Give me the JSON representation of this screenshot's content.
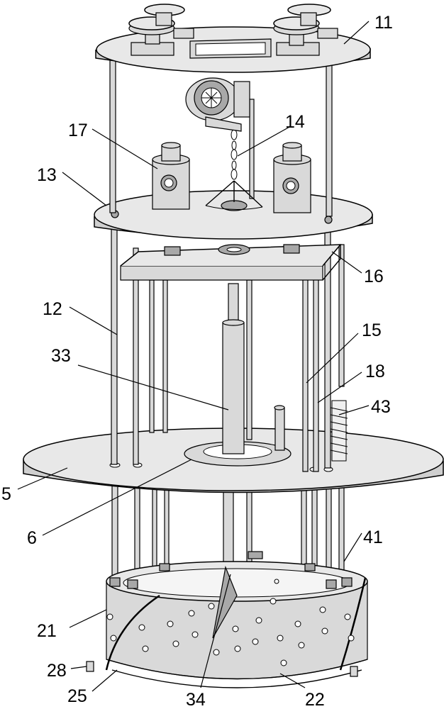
{
  "labels": [
    {
      "id": "11",
      "text": "11"
    },
    {
      "id": "14",
      "text": "14"
    },
    {
      "id": "17",
      "text": "17"
    },
    {
      "id": "13",
      "text": "13"
    },
    {
      "id": "16",
      "text": "16"
    },
    {
      "id": "12",
      "text": "12"
    },
    {
      "id": "15",
      "text": "15"
    },
    {
      "id": "33",
      "text": "33"
    },
    {
      "id": "18",
      "text": "18"
    },
    {
      "id": "43",
      "text": "43"
    },
    {
      "id": "5",
      "text": "5"
    },
    {
      "id": "6",
      "text": "6"
    },
    {
      "id": "41",
      "text": "41"
    },
    {
      "id": "21",
      "text": "21"
    },
    {
      "id": "28",
      "text": "28"
    },
    {
      "id": "25",
      "text": "25"
    },
    {
      "id": "34",
      "text": "34"
    },
    {
      "id": "22",
      "text": "22"
    }
  ]
}
